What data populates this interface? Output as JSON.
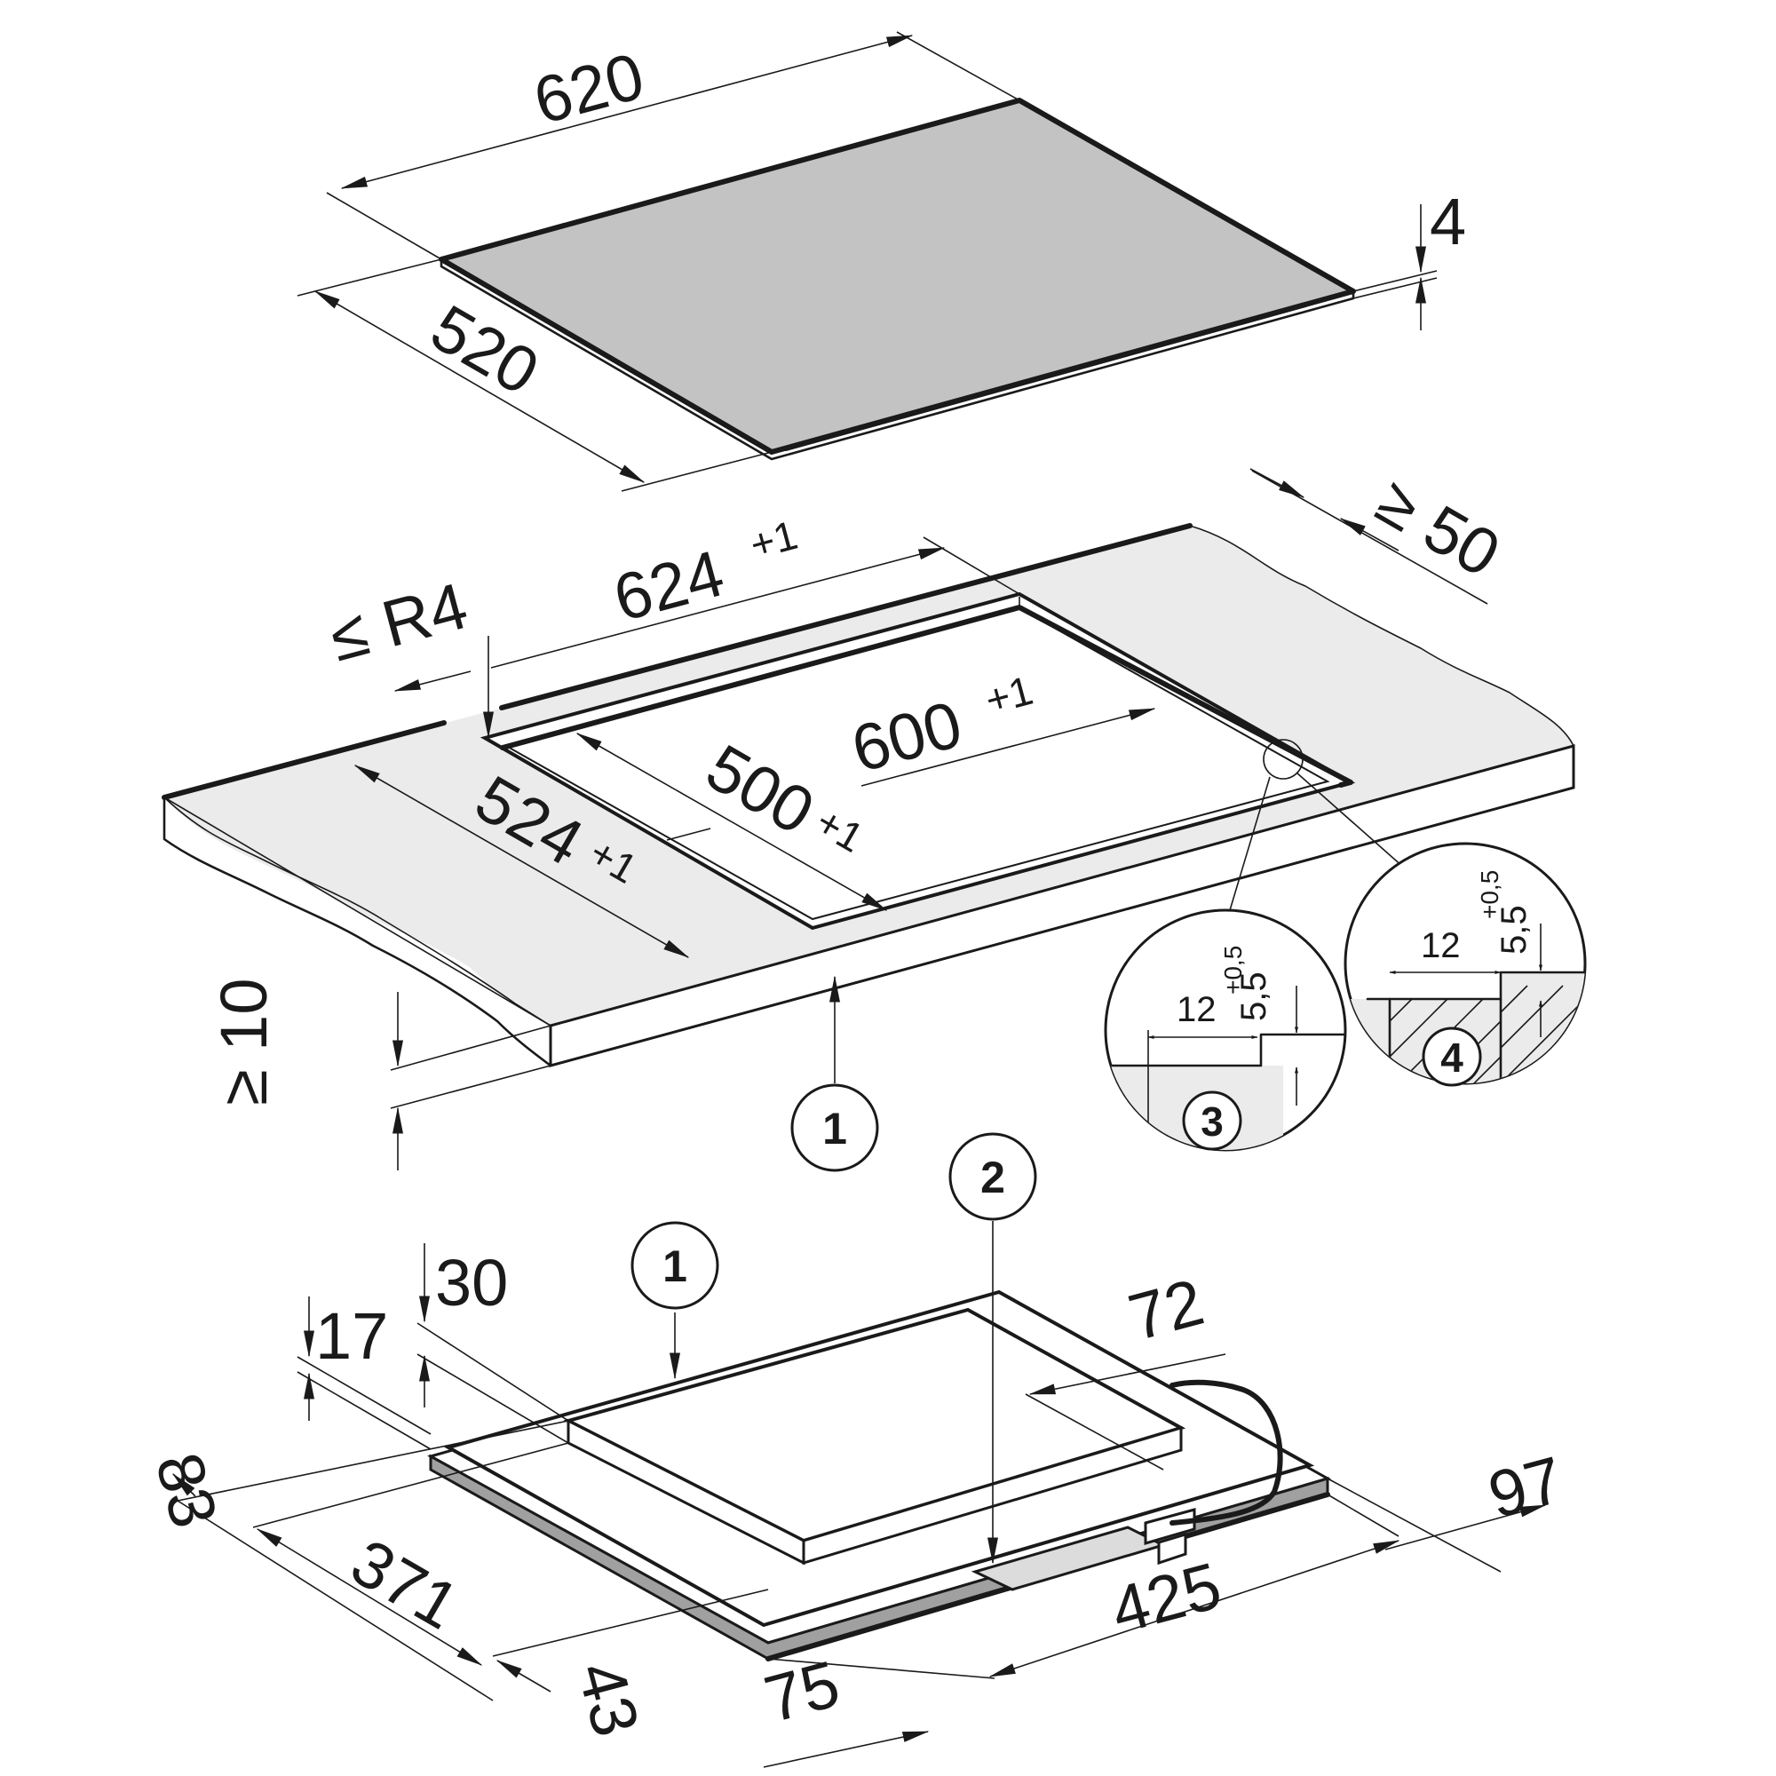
{
  "colors": {
    "glass": "#c3c3c3",
    "worktop": "#ebebeb",
    "line": "#1a1a1a",
    "frame": "#a0a0a0"
  },
  "hob": {
    "width": "620",
    "depth": "520",
    "thickness": "4"
  },
  "cutout": {
    "width": "624",
    "width_tol": "+1",
    "depth": "524",
    "depth_tol": "+1",
    "inner_width": "600",
    "inner_width_tol": "+1",
    "inner_depth": "500",
    "inner_depth_tol": "+1",
    "radius": "≤ R4",
    "back_clearance": "≥ 50",
    "front_clearance": "≥ 10"
  },
  "details": {
    "d3": {
      "label": "3",
      "width": "12",
      "depth": "5,5",
      "tol": "+0,5"
    },
    "d4": {
      "label": "4",
      "width": "12",
      "depth": "5,5",
      "tol": "+0,5"
    }
  },
  "callouts": {
    "c1": "1",
    "c2": "2"
  },
  "base": {
    "d17": "17",
    "d30": "30",
    "d72": "72",
    "d83": "83",
    "d371": "371",
    "d43": "43",
    "d75": "75",
    "d425": "425",
    "d97": "97"
  }
}
